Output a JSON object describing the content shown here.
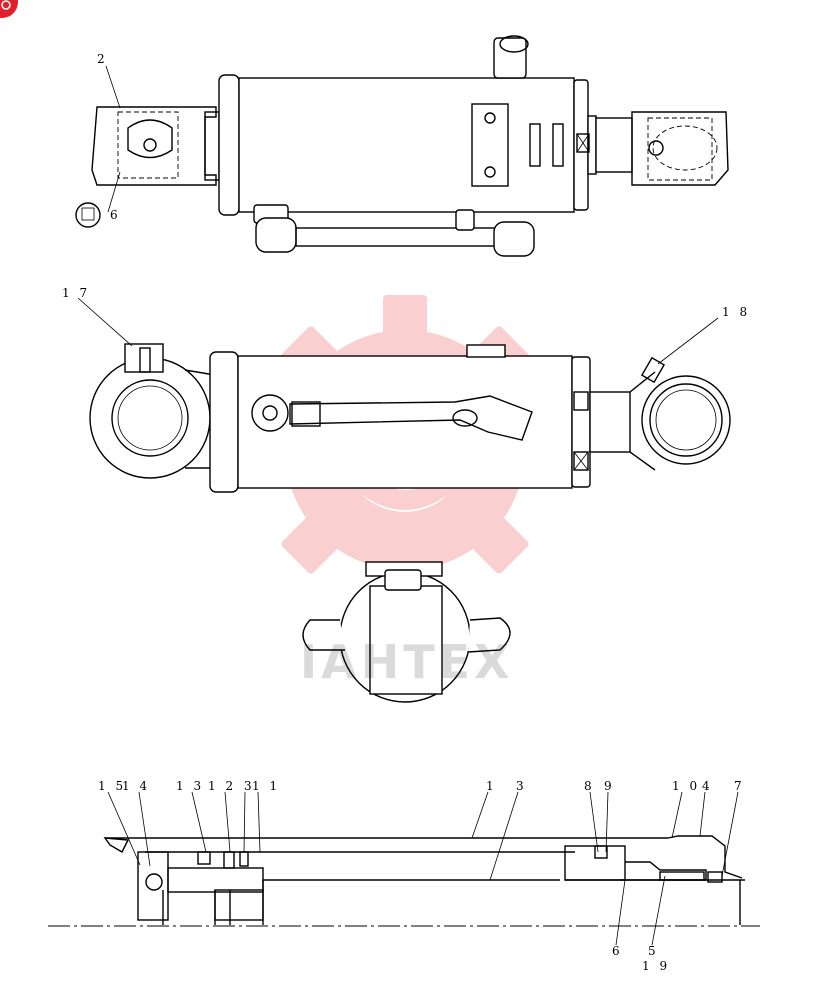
{
  "colors": {
    "line": "#000000",
    "watermark": "#f4a0a0",
    "badge": "#e0202a"
  },
  "watermark": {
    "text": "IAHTEX"
  },
  "callouts_top": {
    "c2": "2",
    "c6": "6"
  },
  "callouts_mid": {
    "c17": "1 7",
    "c18": "1 8"
  },
  "callouts_bottom": {
    "c15": "1 5",
    "c14": "1 4",
    "c13": "1 3",
    "c12": "1 2",
    "c3a": "3",
    "c11": "1 1",
    "c1": "1",
    "c3b": "3",
    "c8": "8",
    "c9": "9",
    "c10": "1 0",
    "c4": "4",
    "c7": "7",
    "c6": "6",
    "c5": "5",
    "c19": "1 9"
  }
}
